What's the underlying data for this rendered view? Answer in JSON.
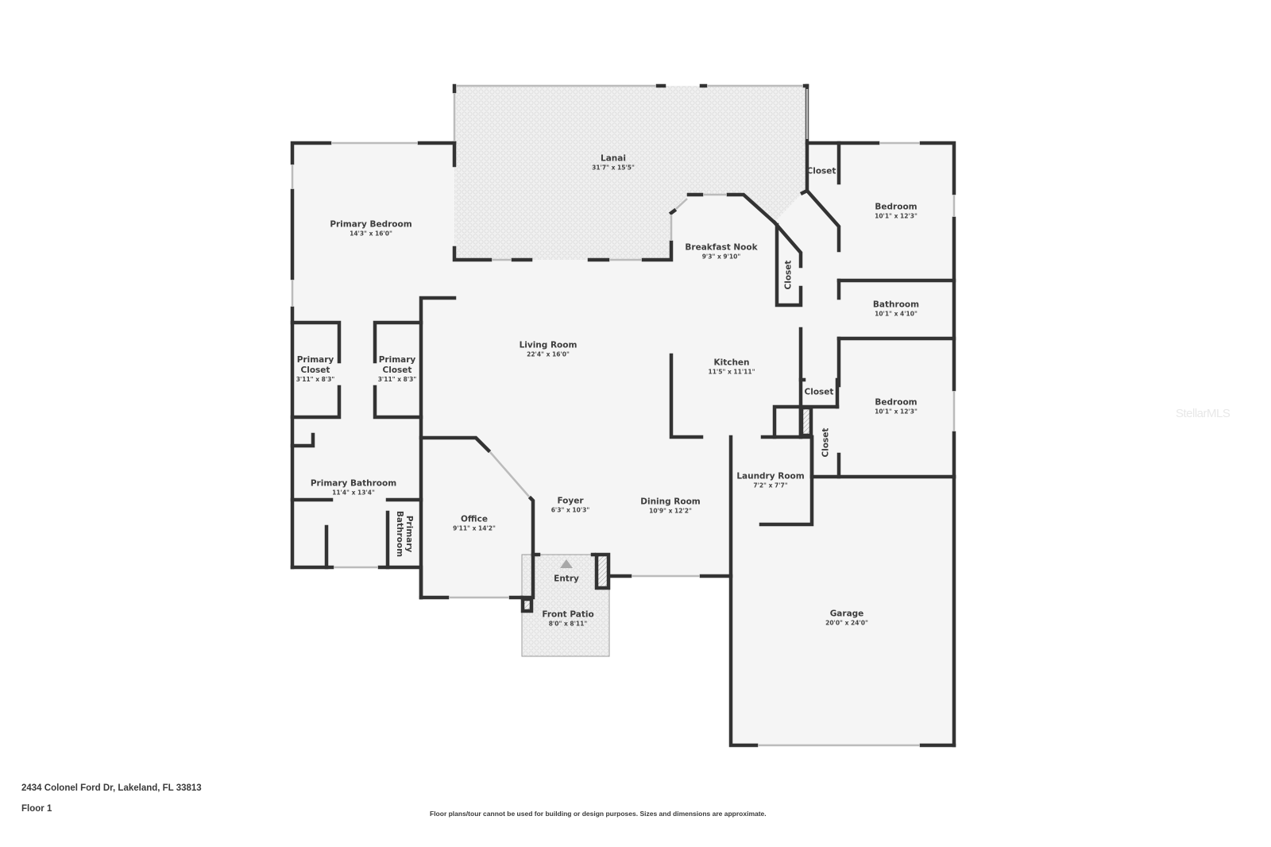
{
  "plan": {
    "address": "2434 Colonel Ford Dr, Lakeland, FL 33813",
    "floor": "Floor 1",
    "disclaimer": "Floor plans/tour cannot be used for building or design purposes. Sizes and dimensions are approximate.",
    "watermark": "StellarMLS",
    "colors": {
      "wall": "#333333",
      "floor": "#f5f5f5",
      "patio_pattern": "#e6e6e6",
      "text": "#3d3d3d",
      "window": "#d6d6d6",
      "entry_arrow": "#a8a8a8"
    }
  },
  "rooms": [
    {
      "name": "Lanai",
      "dims": "31'7\" x 15'5\""
    },
    {
      "name": "Primary Bedroom",
      "dims": "14'3\" x 16'0\""
    },
    {
      "name": "Closet",
      "dims": ""
    },
    {
      "name": "Bedroom",
      "dims": "10'1\" x 12'3\""
    },
    {
      "name": "Breakfast Nook",
      "dims": "9'3\" x 9'10\""
    },
    {
      "name": "Closet",
      "dims": ""
    },
    {
      "name": "Bathroom",
      "dims": "10'1\" x 4'10\""
    },
    {
      "name": "Living Room",
      "dims": "22'4\" x 16'0\""
    },
    {
      "name": "Primary Closet",
      "dims": "3'11\" x 8'3\""
    },
    {
      "name": "Primary Closet",
      "dims": "3'11\" x 8'3\""
    },
    {
      "name": "Kitchen",
      "dims": "11'5\" x 11'11\""
    },
    {
      "name": "Closet",
      "dims": ""
    },
    {
      "name": "Bedroom",
      "dims": "10'1\" x 12'3\""
    },
    {
      "name": "Closet",
      "dims": ""
    },
    {
      "name": "Primary Bathroom",
      "dims": "11'4\" x 13'4\""
    },
    {
      "name": "Laundry Room",
      "dims": "7'2\" x 7'7\""
    },
    {
      "name": "Office",
      "dims": "9'11\" x 14'2\""
    },
    {
      "name": "Foyer",
      "dims": "6'3\" x 10'3\""
    },
    {
      "name": "Dining Room",
      "dims": "10'9\" x 12'2\""
    },
    {
      "name": "Primary Bathroom",
      "dims": ""
    },
    {
      "name": "Entry",
      "dims": ""
    },
    {
      "name": "Front Patio",
      "dims": "8'0\" x 8'11\""
    },
    {
      "name": "Garage",
      "dims": "20'0\" x 24'0\""
    }
  ]
}
